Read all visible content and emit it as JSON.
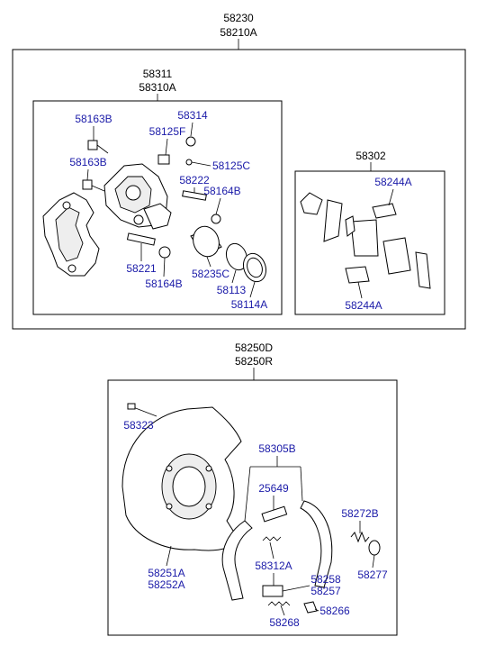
{
  "top_group": {
    "code1": "58230",
    "code2": "58210A"
  },
  "caliper": {
    "code1": "58311",
    "code2": "58310A"
  },
  "pads": {
    "code": "58302"
  },
  "bottom_group": {
    "code1": "58250D",
    "code2": "58250R"
  },
  "parts": {
    "p58314": "58314",
    "p58163B_1": "58163B",
    "p58125F": "58125F",
    "p58163B_2": "58163B",
    "p58125C": "58125C",
    "p58222": "58222",
    "p58164B_1": "58164B",
    "p58221": "58221",
    "p58164B_2": "58164B",
    "p58235C": "58235C",
    "p58113": "58113",
    "p58114A": "58114A",
    "p58244A_1": "58244A",
    "p58244A_2": "58244A",
    "p58323": "58323",
    "p58305B": "58305B",
    "p25649": "25649",
    "p58272B": "58272B",
    "p58251A": "58251A",
    "p58252A": "58252A",
    "p58312A": "58312A",
    "p58258": "58258",
    "p58257": "58257",
    "p58277": "58277",
    "p58268": "58268",
    "p58266": "58266"
  }
}
